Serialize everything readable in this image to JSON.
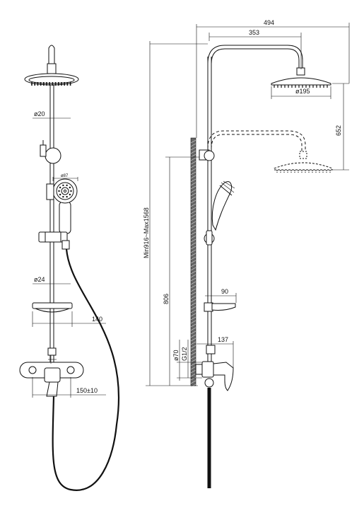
{
  "front_view": {
    "dimensions": {
      "riser_pipe_diameter": "ø20",
      "hand_shower_diameter": "ø87",
      "slide_bar_diameter": "ø24",
      "soap_dish_width": "140",
      "inlet_spacing": "150±10"
    }
  },
  "side_view": {
    "dimensions": {
      "total_arm_reach": "494",
      "arm_length": "353",
      "head_diameter": "ø195",
      "height_adjustment": "652",
      "overall_height": "Min916~Max1568",
      "mount_height": "806",
      "soap_dish_depth": "90",
      "mixer_depth": "137",
      "connector_diameter": "ø70",
      "thread_size": "G1/2"
    }
  }
}
